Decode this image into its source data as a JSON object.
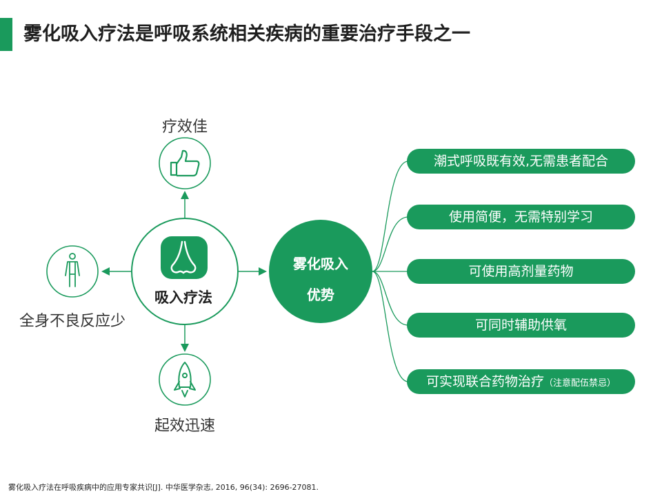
{
  "title": "雾化吸入疗法是呼吸系统相关疾病的重要治疗手段之一",
  "center_label": "吸入疗法",
  "satellites": {
    "top": "疗效佳",
    "left": "全身不良反应少",
    "bottom": "起效迅速"
  },
  "advantage": {
    "line1": "雾化吸入",
    "line2": "优势"
  },
  "advantages": [
    {
      "text": "潮式呼吸既有效,无需患者配合",
      "note": ""
    },
    {
      "text": "使用简便，无需特别学习",
      "note": ""
    },
    {
      "text": "可使用高剂量药物",
      "note": ""
    },
    {
      "text": "可同时辅助供氧",
      "note": ""
    },
    {
      "text": "可实现联合药物治疗",
      "note": "（注意配伍禁忌）"
    }
  ],
  "footnote": "雾化吸入疗法在呼吸疾病中的应用专家共识[J]. 中华医学杂志, 2016, 96(34): 2696-27081.",
  "colors": {
    "accent": "#1a9a5c"
  },
  "icons": [
    "nose-icon",
    "thumbs-up-icon",
    "human-body-icon",
    "rocket-icon"
  ]
}
